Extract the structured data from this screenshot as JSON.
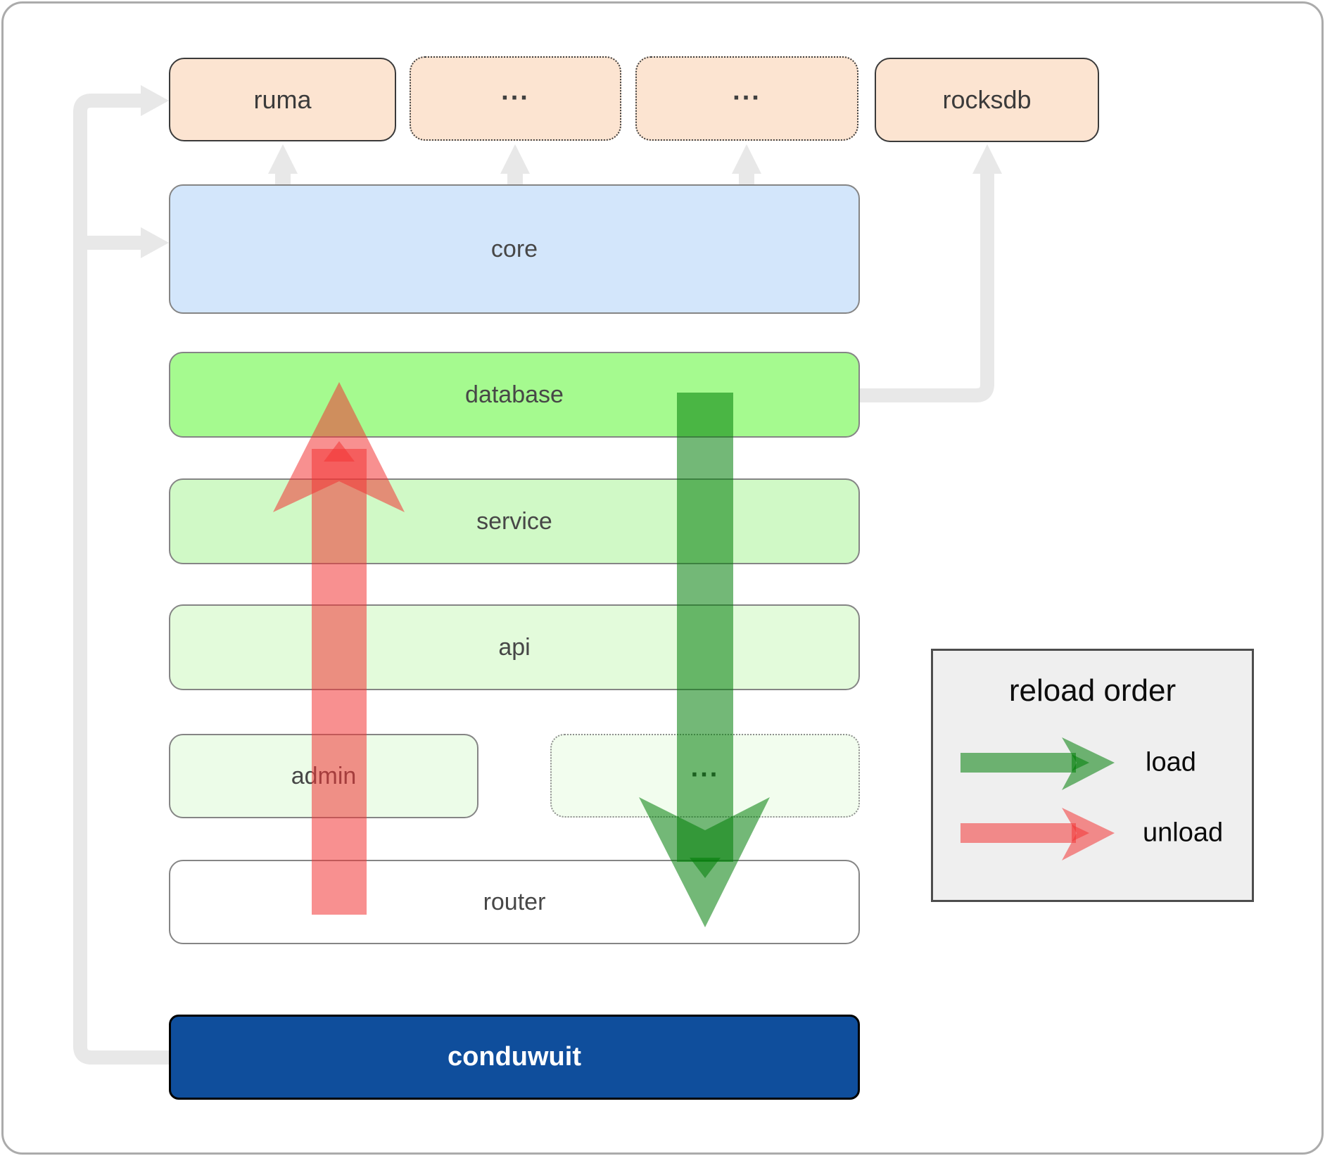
{
  "boxes": {
    "ruma": "ruma",
    "top_dots1": "...",
    "top_dots2": "...",
    "rocksdb": "rocksdb",
    "core": "core",
    "database": "database",
    "service": "service",
    "api": "api",
    "admin": "admin",
    "admin_dots": "...",
    "router": "router",
    "conduwuit": "conduwuit"
  },
  "legend": {
    "title": "reload order",
    "load_label": "load",
    "unload_label": "unload"
  },
  "colors": {
    "connector_gray": "#e8e8e8",
    "load_green": "#007d08",
    "unload_red": "#f23535",
    "box_peach": "#fce4d1",
    "box_blue": "#d3e6fb",
    "box_green_bright": "#a5fa8f",
    "box_green_light": "#d0f9c6",
    "box_green_lighter": "#e3fbdb",
    "box_green_faint": "#ecfce8",
    "box_green_faintest": "#f2fdee",
    "box_white": "#ffffff",
    "box_navy": "#0f4e9c",
    "legend_bg": "#efefef"
  }
}
